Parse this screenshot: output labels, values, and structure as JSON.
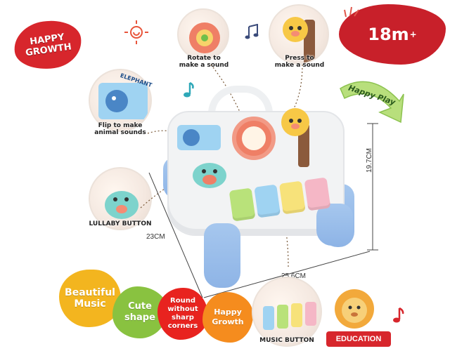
{
  "badges": {
    "growth_line1": "HAPPY",
    "growth_line2": "GROWTH",
    "age_value": "18m",
    "age_plus": "+",
    "happy_play": "Happy Play"
  },
  "callouts": {
    "rotate": {
      "line1": "Rotate to",
      "line2": "make a sound"
    },
    "press": {
      "line1": "Press to",
      "line2": "make a sound"
    },
    "flip": {
      "line1": "Flip to make",
      "line2": "animal sounds"
    },
    "book_text": "ELEPHANT",
    "lullaby": "LULLABY BUTTON",
    "music": "MUSIC BUTTON"
  },
  "dimensions": {
    "height": "19.7CM",
    "depth": "23CM",
    "width": "25.6CM"
  },
  "features": {
    "music": {
      "line1": "Beautiful",
      "line2": "Music"
    },
    "cute": {
      "line1": "Cute",
      "line2": "shape"
    },
    "round": {
      "line1": "Round",
      "line2": "without",
      "line3": "sharp",
      "line4": "corners"
    },
    "growth": {
      "line1": "Happy",
      "line2": "Growth"
    }
  },
  "education": "EDUCATION",
  "colors": {
    "brand_red": "#d7262c",
    "leg_blue": "#8eb4e6",
    "table_white": "#f2f3f4",
    "clock_orange": "#ef7f66",
    "key_green": "#b9e27a",
    "key_blue": "#9fd3f2",
    "key_yellow": "#f7e27a",
    "key_pink": "#f5b7c6"
  },
  "icons": [
    "music-note-icon",
    "sun-swirl-icon",
    "sparkle-icon",
    "lion-icon",
    "arrow-icon"
  ]
}
